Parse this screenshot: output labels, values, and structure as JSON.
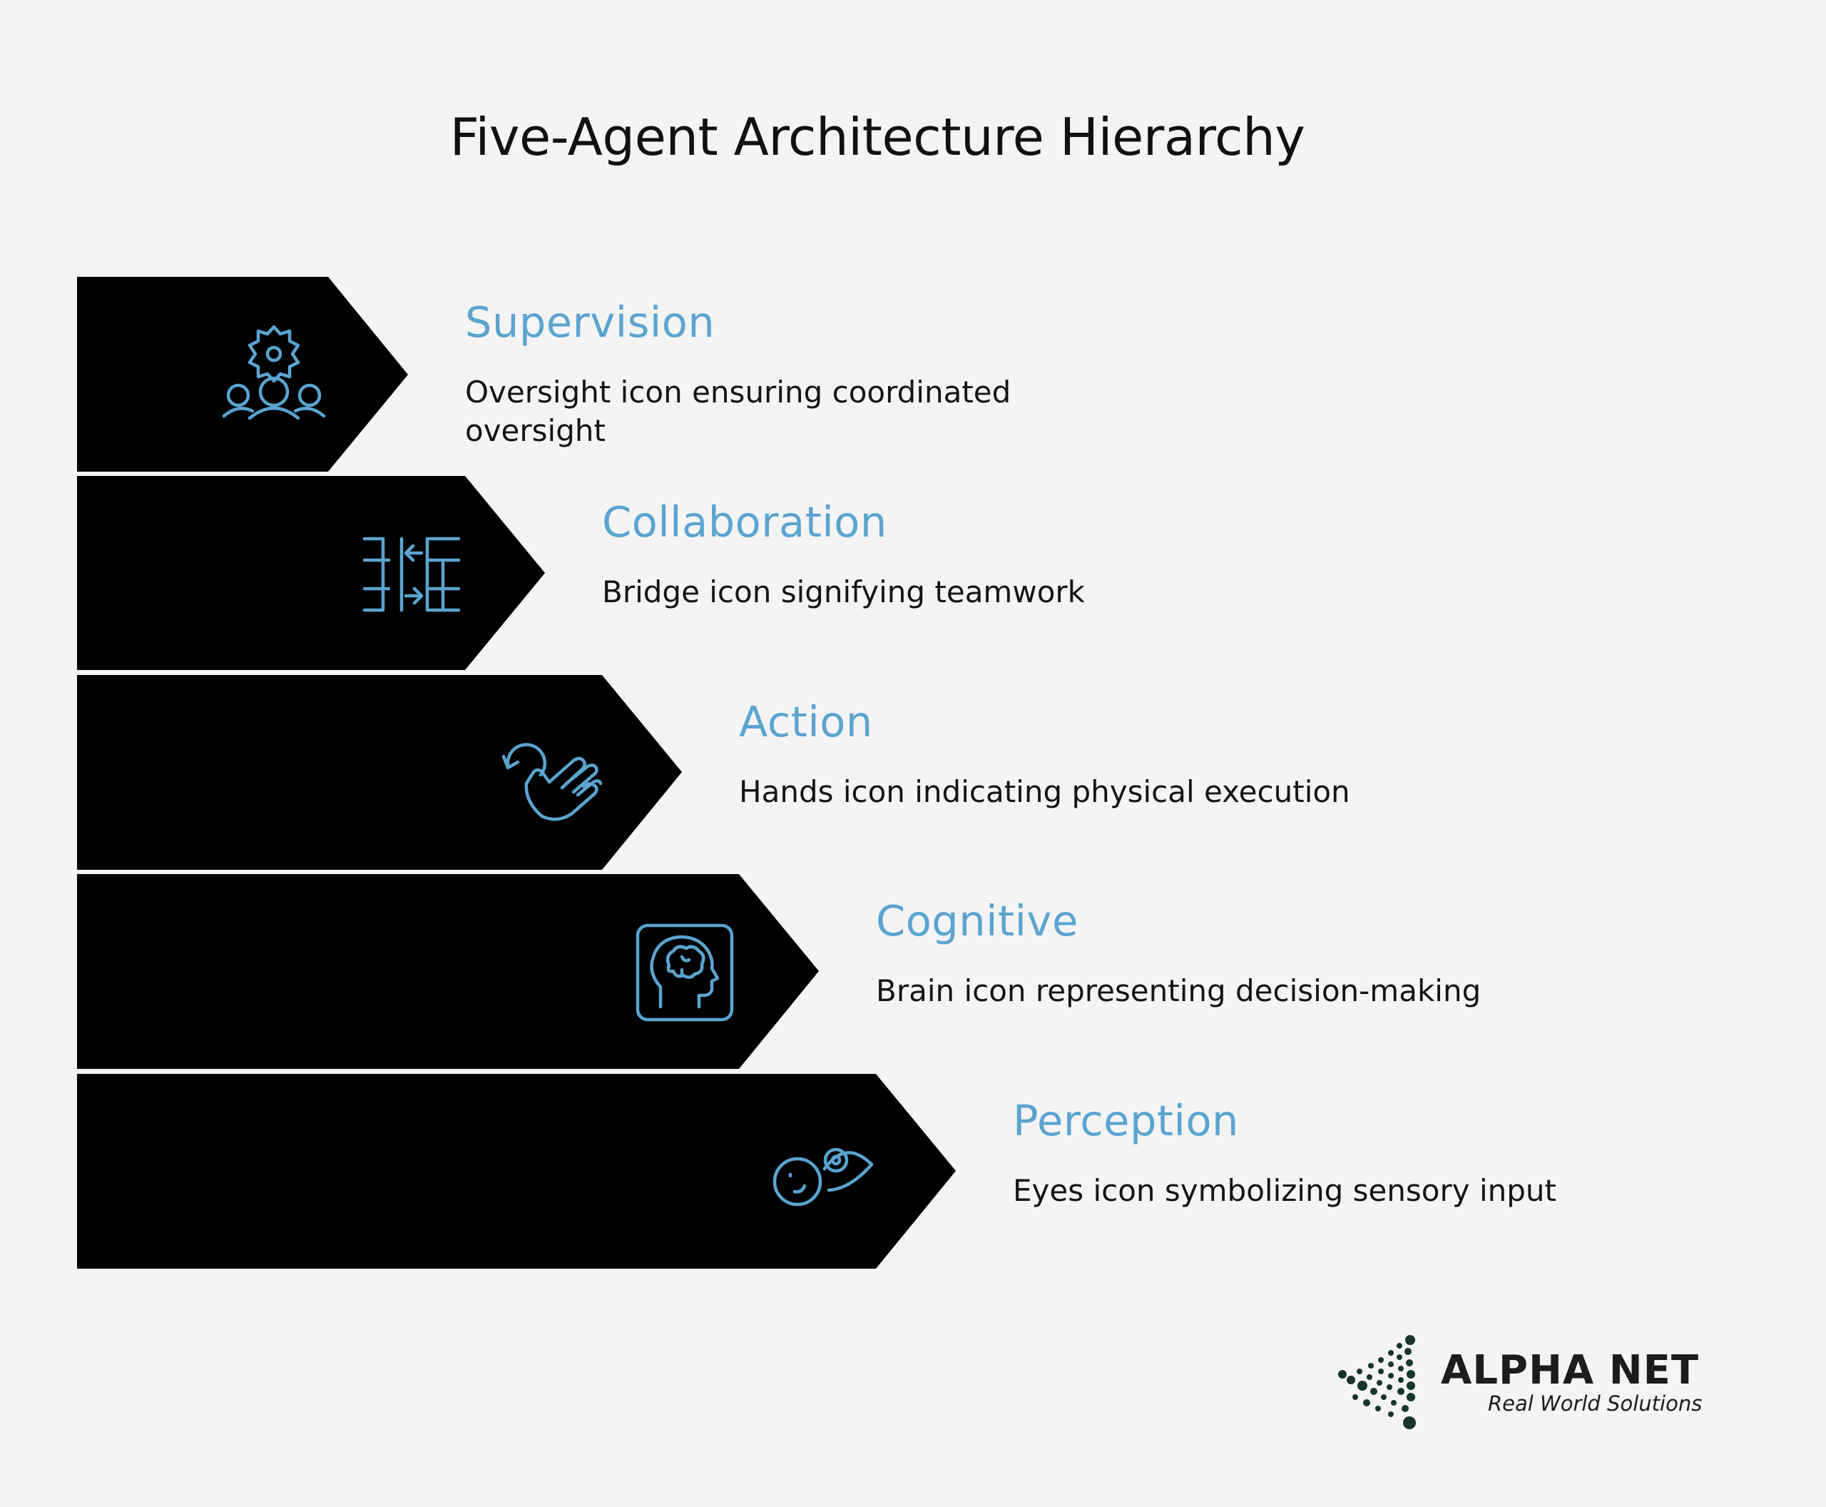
{
  "title": "Five-Agent Architecture Hierarchy",
  "colors": {
    "background": "#f4f4f4",
    "arrow_fill": "#000000",
    "accent": "#5aa4d0",
    "text": "#141414",
    "logo": "#173528"
  },
  "levels": [
    {
      "title": "Supervision",
      "description": "Oversight icon ensuring coordinated oversight",
      "icon": "supervision-icon"
    },
    {
      "title": "Collaboration",
      "description": "Bridge icon signifying teamwork",
      "icon": "bridge-icon"
    },
    {
      "title": "Action",
      "description": "Hands icon indicating physical execution",
      "icon": "hand-icon"
    },
    {
      "title": "Cognitive",
      "description": "Brain icon representing decision-making",
      "icon": "brain-icon"
    },
    {
      "title": "Perception",
      "description": "Eyes icon symbolizing sensory input",
      "icon": "eyes-icon"
    }
  ],
  "brand": {
    "name": "ALPHA NET",
    "tagline": "Real World Solutions",
    "icon": "dot-triangle-logo-icon"
  }
}
